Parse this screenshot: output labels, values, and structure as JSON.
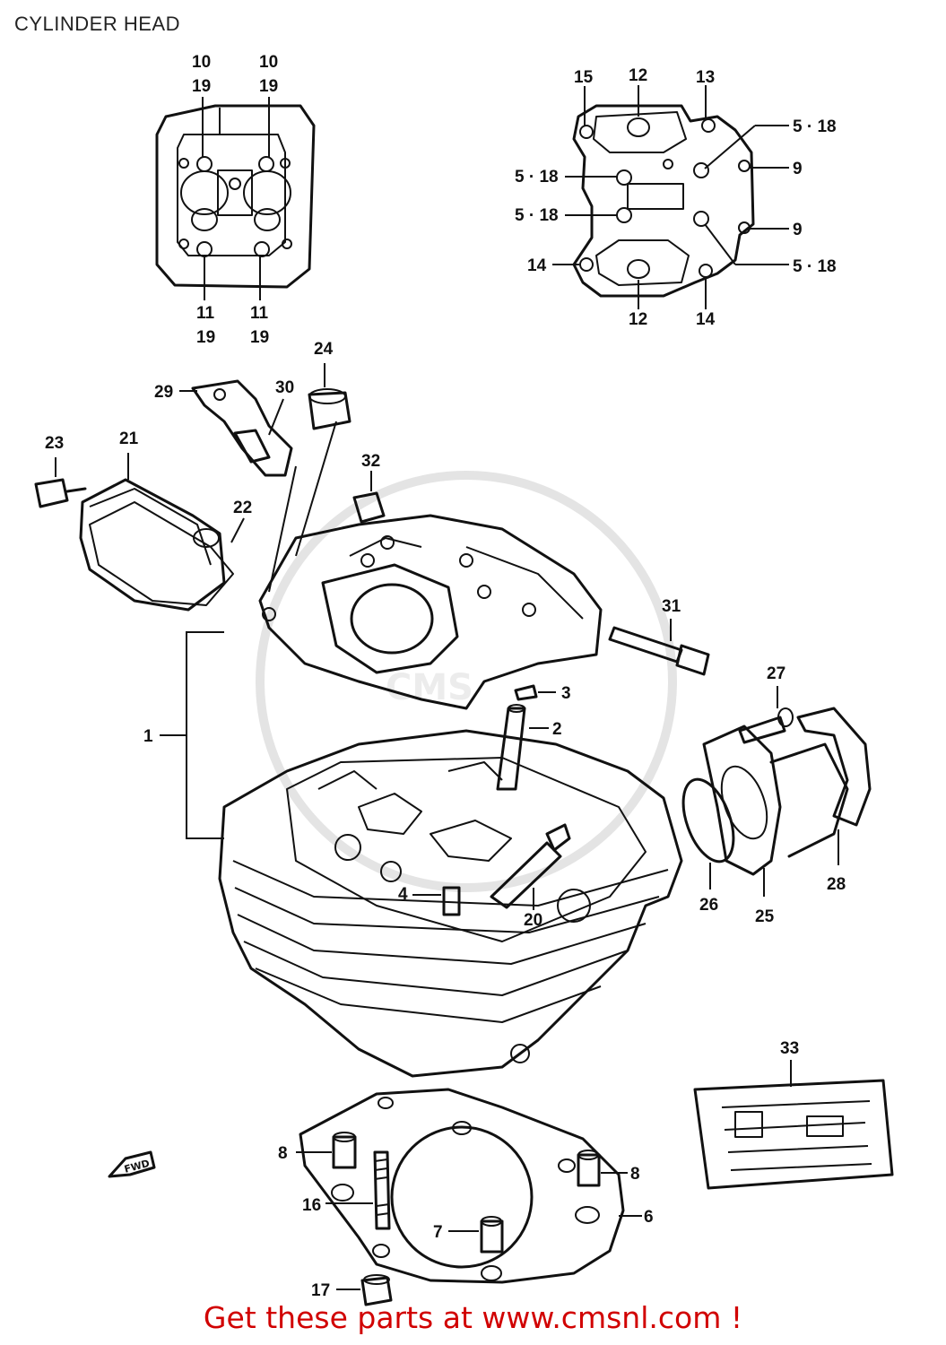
{
  "title": "CYLINDER HEAD",
  "promo": "Get these parts at www.cmsnl.com !",
  "watermark": "CMS",
  "colors": {
    "promo": "#d10000",
    "lines": "#111111"
  },
  "labels": {
    "l1": "1",
    "l2": "2",
    "l3": "3",
    "l4": "4",
    "l5a": "5 · 18",
    "l5b": "5 · 18",
    "l5c": "5 · 18",
    "l5d": "5 · 18",
    "l6": "6",
    "l7": "7",
    "l8a": "8",
    "l8b": "8",
    "l9a": "9",
    "l9b": "9",
    "l10a": "10",
    "l10b": "10",
    "l11a": "11",
    "l11b": "11",
    "l12a": "12",
    "l12b": "12",
    "l13": "13",
    "l14a": "14",
    "l14b": "14",
    "l15": "15",
    "l16": "16",
    "l17": "17",
    "l19a": "19",
    "l19b": "19",
    "l19c": "19",
    "l19d": "19",
    "l20": "20",
    "l21": "21",
    "l22": "22",
    "l23": "23",
    "l24": "24",
    "l25": "25",
    "l26": "26",
    "l27": "27",
    "l28": "28",
    "l29": "29",
    "l30": "30",
    "l31": "31",
    "l32": "32",
    "l33": "33",
    "fwd": "FWD"
  }
}
